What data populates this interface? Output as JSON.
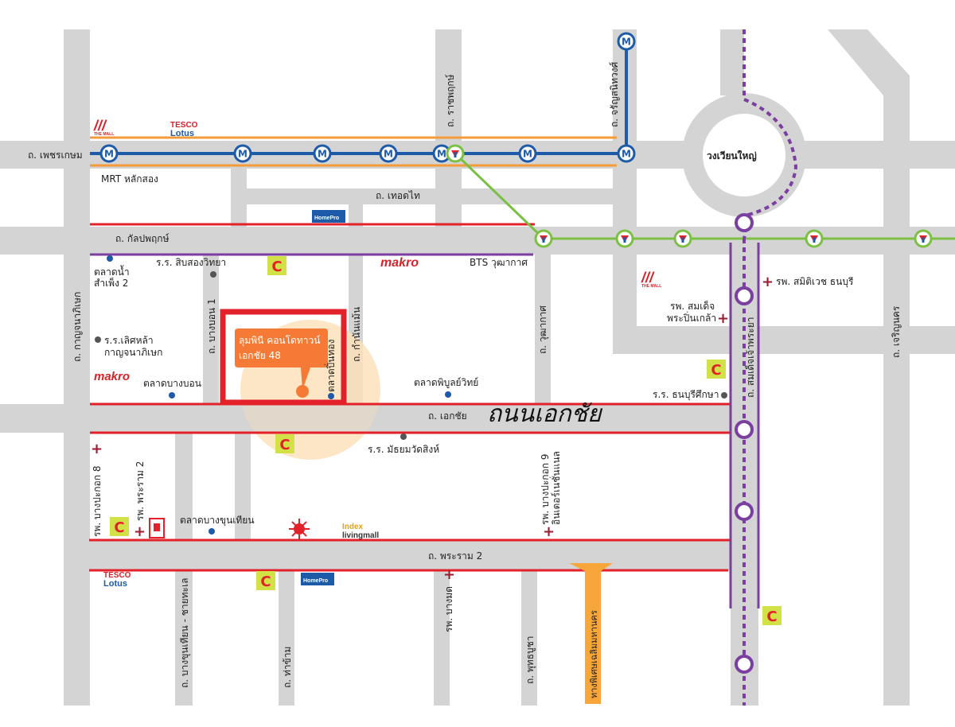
{
  "roads": {
    "phetkasem": "ถ. เพชรเกษม",
    "kalapaphruek": "ถ. กัลปพฤกษ์",
    "thoedthai": "ถ. เทอดไท",
    "ratchaphruek": "ถ. ราชพฤกษ์",
    "charansanitwong": "ถ. จรัญสนิทวงศ์",
    "kanchanaphisek": "ถ. กาญจนาภิเษก",
    "bangbon1": "ถ. บางบอน 1",
    "kamnanman": "ถ. กำนันแม้น",
    "wutthakat": "ถ. วุฒากาศ",
    "somdetchaophraya": "ถ. สมเด็จเจ้าพระยา",
    "charoennakhon": "ถ. เจริญนคร",
    "ekkachai": "ถ. เอกชัย",
    "ekkachai_big": "ถนนเอกชัย",
    "rama2": "ถ. พระราม 2",
    "bangkhunthian_chaithale": "ถ. บางขุนเทียน - ชายทะเล",
    "thakham": "ถ. ท่าข้าม",
    "phutthabucha": "ถ. พุทธบูชา",
    "expressway": "ทางพิเศษเฉลิมมหานคร"
  },
  "places": {
    "wongwian_yai": "วงเวียนใหญ่",
    "mrt_laksong": "MRT หลักสอง",
    "bts_wutthakat": "BTS วุฒากาศ",
    "school_sibsong": "ร.ร. สิบสองวิทยา",
    "talat_nam_sampheng2": "ตลาดน้ำ\nสำเพ็ง 2",
    "school_lertlah": "ร.ร.เลิศหล้า\nกาญจนาภิเษก",
    "talat_bangbon": "ตลาดบางบอน",
    "talat_pinthong": "ตลาดปิ่นทอง",
    "talat_phibun": "ตลาดพิบูลย์วิทย์",
    "school_thonburisuksa": "ร.ร. ธนบุรีศึกษา",
    "school_mattayom_watsing": "ร.ร. มัธยมวัดสิงห์",
    "hosp_samitivej": "รพ. สมิติเวช ธนบุรี",
    "hosp_somdet": "รพ. สมเด็จ\nพระปิ่นเกล้า",
    "hosp_bangprakok8": "รพ. บางปะกอก 8",
    "hosp_rama2": "รพ. พระราม 2",
    "talat_bangkhunthian": "ตลาดบางขุนเทียน",
    "hosp_bangprakok9": "รพ. บางปะกอก 9\nอินเตอร์เนชั่นแนล",
    "hosp_bangmod": "รพ. บางมด"
  },
  "project": {
    "name_line1": "ลุมพินี คอนโดทาวน์",
    "name_line2": "เอกชัย 48"
  },
  "brands": {
    "tesco_top": "TESCO",
    "lotus": "Lotus",
    "makro": "makro",
    "homepro": "HomePro",
    "index_top": "Index",
    "index_bottom": "livingmall",
    "the_mall": "THE MALL",
    "big_c": "C"
  },
  "icons": {
    "mrt_station": "M",
    "bts_station": "bts-icon",
    "hospital": "+",
    "point": "dot"
  },
  "colors": {
    "road": "#d4d4d4",
    "main_road_line": "#e3212a",
    "mrt_blue": "#1d5aa8",
    "orange_line": "#f39b3a",
    "bts_green": "#7cc043",
    "purple_line": "#7a3fa0",
    "pin_orange": "#f47a36",
    "project_border": "#e3212a",
    "hospital": "#9b1b30",
    "point_blue": "#1d5aa8",
    "makro": "#d6222a",
    "bigc_yellow": "#d2e146",
    "expressway": "#f7a63a"
  }
}
